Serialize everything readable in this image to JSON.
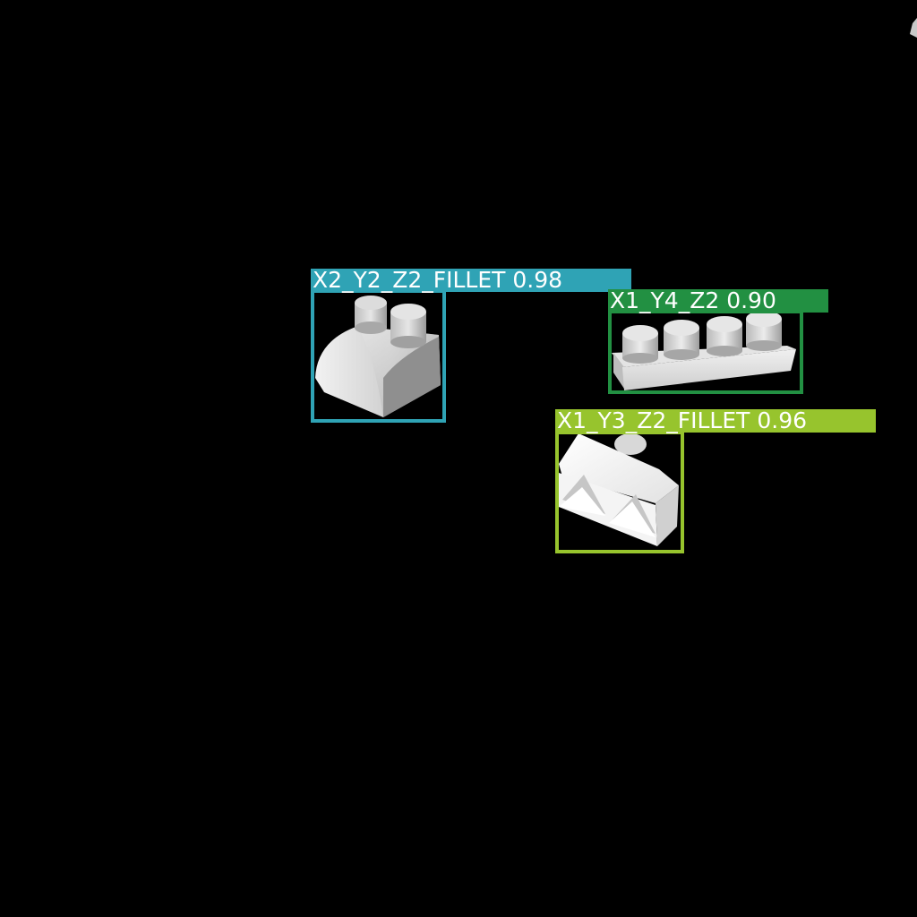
{
  "scene": {
    "background": "#000000",
    "brick_color": "#ebebeb"
  },
  "detections": [
    {
      "label": "X2_Y2_Z2_FILLET",
      "score": "0.98",
      "color": "#2fa3b5",
      "object_icon": "brick-2x2-fillet-icon"
    },
    {
      "label": "X1_Y4_Z2",
      "score": "0.90",
      "color": "#229042",
      "object_icon": "brick-1x4-icon"
    },
    {
      "label": "X1_Y3_Z2_FILLET",
      "score": "0.96",
      "color": "#97c42d",
      "object_icon": "brick-1x3-fillet-icon"
    }
  ]
}
